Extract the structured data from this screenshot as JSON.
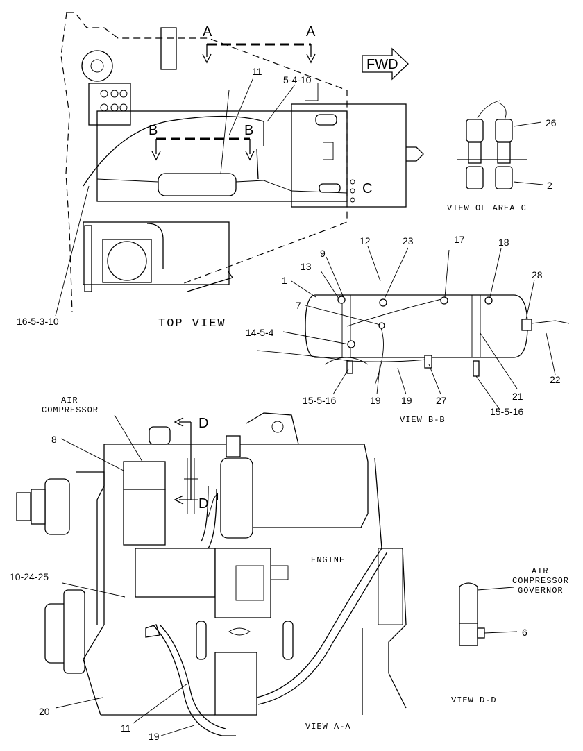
{
  "views": {
    "top": "TOP VIEW",
    "area_c": "VIEW OF AREA C",
    "bb": "VIEW B-B",
    "aa": "VIEW A-A",
    "dd": "VIEW D-D"
  },
  "section_marks": {
    "a": "A",
    "b": "B",
    "c": "C",
    "d": "D",
    "fwd": "FWD"
  },
  "components": {
    "air_compressor_line1": "AIR",
    "air_compressor_line2": "COMPRESSOR",
    "engine": "ENGINE",
    "governor_line1": "AIR",
    "governor_line2": "COMPRESSOR",
    "governor_line3": "GOVERNOR"
  },
  "callouts": {
    "c11_top": "11",
    "c5_4_10": "5-4-10",
    "c16_5_3_10": "16-5-3-10",
    "c26": "26",
    "c2": "2",
    "c12": "12",
    "c23": "23",
    "c17": "17",
    "c18": "18",
    "c9": "9",
    "c13": "13",
    "c1": "1",
    "c28": "28",
    "c7": "7",
    "c14_5_4": "14-5-4",
    "c15_5_16_l": "15-5-16",
    "c19_a": "19",
    "c19_b": "19",
    "c27": "27",
    "c21": "21",
    "c22": "22",
    "c15_5_16_r": "15-5-16",
    "c8": "8",
    "c4": "4",
    "c10_24_25": "10-24-25",
    "c6": "6",
    "c20": "20",
    "c11_bottom": "11",
    "c19_bottom": "19"
  }
}
